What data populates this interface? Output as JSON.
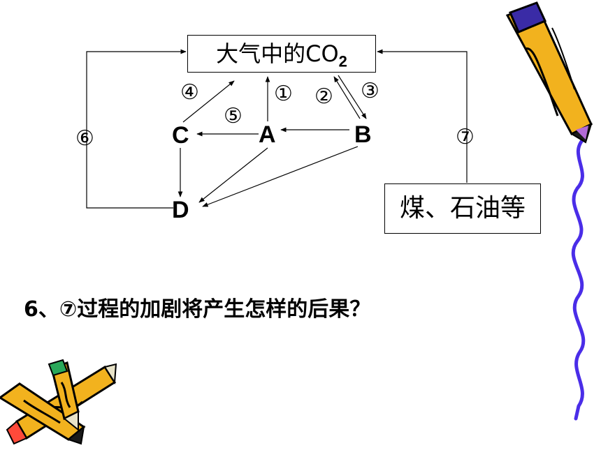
{
  "diagram": {
    "co2_box": {
      "text": "大气中的CO",
      "sub": "2"
    },
    "fossil_box": {
      "text": "煤、石油等"
    },
    "nodes": {
      "a": "A",
      "b": "B",
      "c": "C",
      "d": "D"
    },
    "labels": {
      "n1": "①",
      "n2": "②",
      "n3": "③",
      "n4": "④",
      "n5": "⑤",
      "n6": "⑥",
      "n7": "⑦"
    }
  },
  "question": "6、⑦过程的加剧将产生怎样的后果？",
  "decorations": {
    "icons": [
      "pencil-icon",
      "crossed-pencils-icon",
      "wavy-border"
    ]
  }
}
